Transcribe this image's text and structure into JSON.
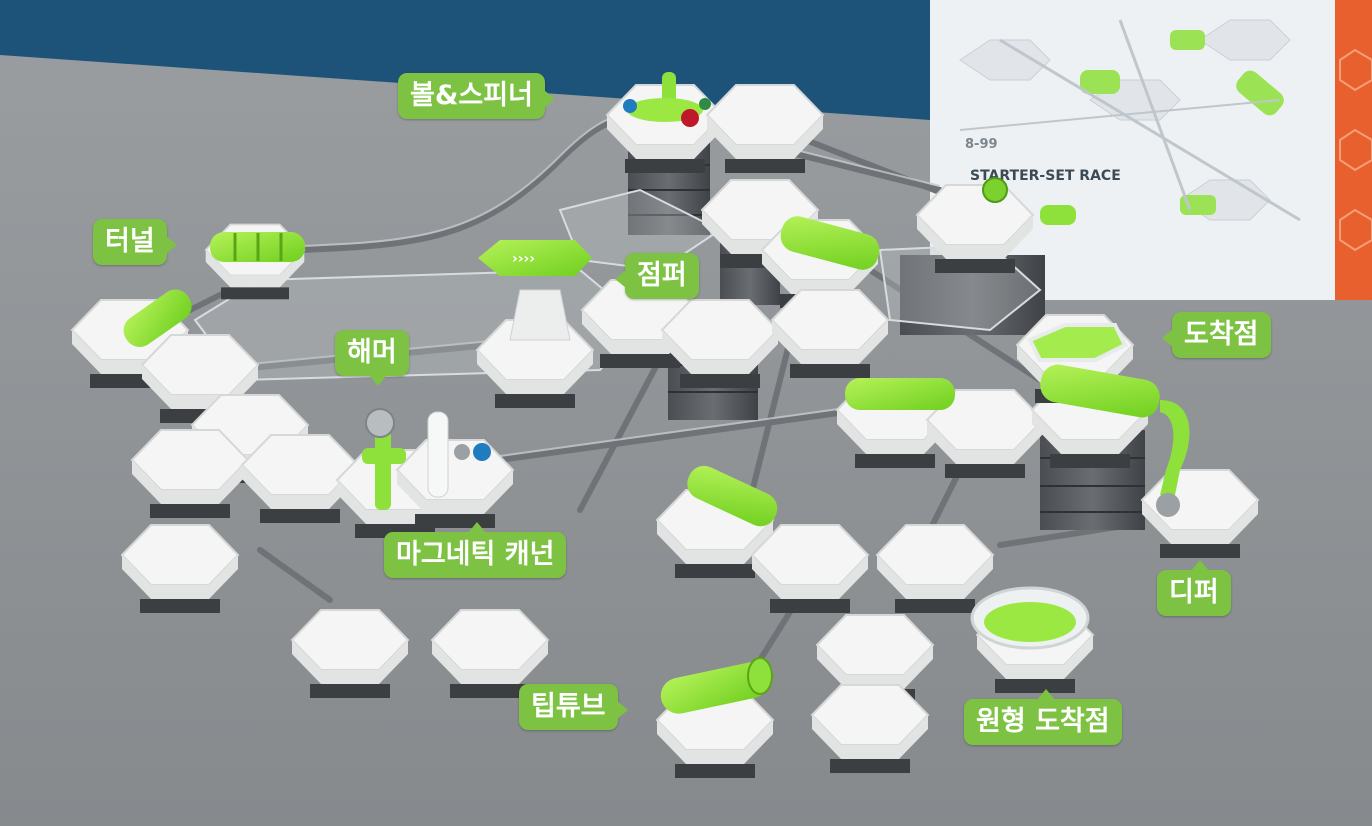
{
  "box": {
    "age": "8-99",
    "title": "STARTER-SET RACE"
  },
  "callouts": {
    "ball_spinner": "볼&스피너",
    "tunnel": "터널",
    "jumper": "점퍼",
    "arrival": "도착점",
    "hammer": "해머",
    "magnetic_cannon": "마그네틱 캐넌",
    "dipper": "디퍼",
    "tiptube": "팁튜브",
    "round_arrival": "원형 도착점"
  },
  "colors": {
    "accent_green": "#7dc242",
    "backdrop_blue": "#1d5279",
    "box_orange": "#e8602e",
    "table_gray": "#8f9396"
  }
}
